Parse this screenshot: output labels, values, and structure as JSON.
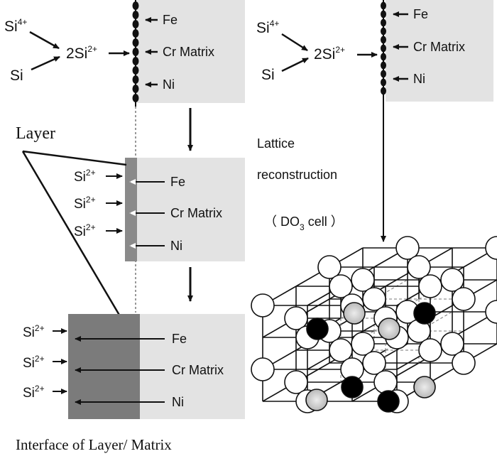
{
  "labels": {
    "fe": "Fe",
    "cr_matrix": "Cr  Matrix",
    "ni": "Ni",
    "si": "Si",
    "si4_base": "Si",
    "si4_sup": "4+",
    "two_si2_base": "2Si",
    "si2_base": "Si",
    "si2_sup": "2+",
    "layer": "Layer",
    "lattice": "Lattice",
    "reconstruction": "reconstruction",
    "do3_open": "（  DO",
    "do3_sub": "3",
    "do3_close": " cell  ）",
    "interface": "Interface of Layer/ Matrix"
  },
  "colors": {
    "matrix_fill": "#e3e3e3",
    "layer_fill": "#7b7b7b",
    "layer_thin_fill": "#8a8a8a",
    "atom_white": "#ffffff",
    "atom_black": "#000000",
    "atom_gray": "#cfcfcf",
    "ink": "#111111"
  },
  "lattice": {
    "white_atoms": 36,
    "black_atoms": 4,
    "gray_atoms": 4
  }
}
